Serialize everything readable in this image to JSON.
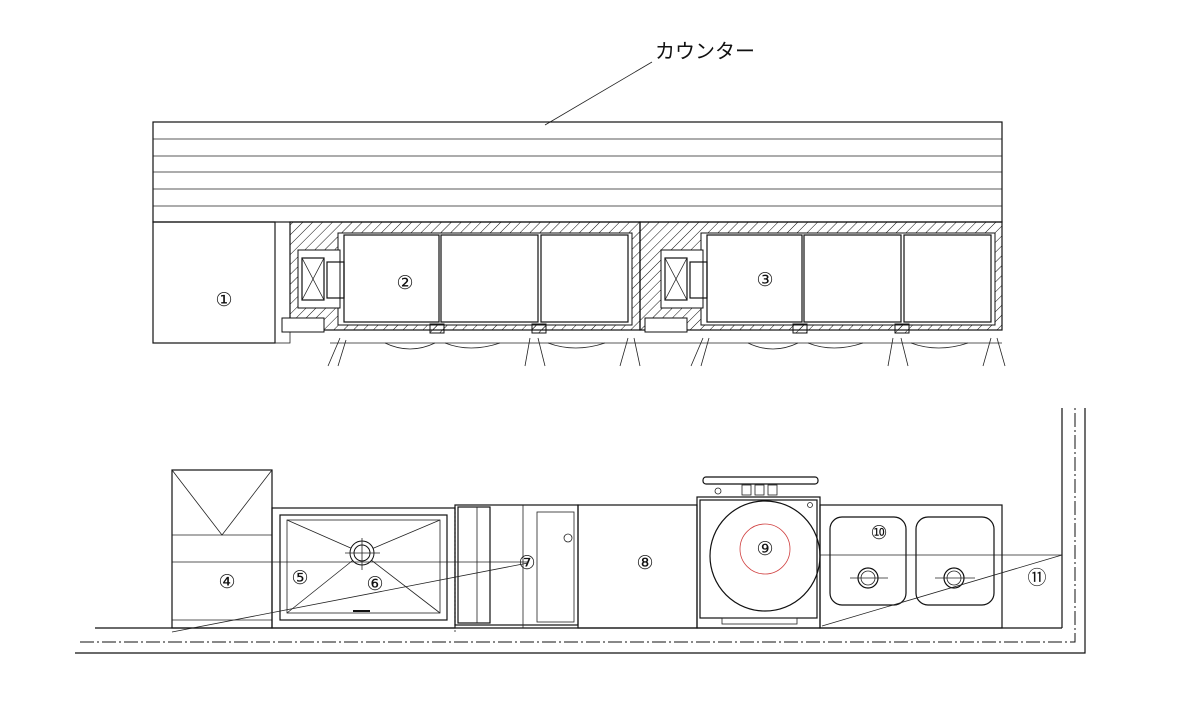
{
  "drawing": {
    "counter_label": "カウンター",
    "items": [
      {
        "id": "1",
        "label": "①"
      },
      {
        "id": "2",
        "label": "②"
      },
      {
        "id": "3",
        "label": "③"
      },
      {
        "id": "4",
        "label": "④"
      },
      {
        "id": "5",
        "label": "⑤"
      },
      {
        "id": "6",
        "label": "⑥"
      },
      {
        "id": "7",
        "label": "⑦"
      },
      {
        "id": "8",
        "label": "⑧"
      },
      {
        "id": "9",
        "label": "⑨"
      },
      {
        "id": "10",
        "label": "⑩"
      },
      {
        "id": "11",
        "label": "⑪"
      }
    ],
    "colors": {
      "line": "#111111",
      "burner_ring": "#d04040"
    }
  }
}
